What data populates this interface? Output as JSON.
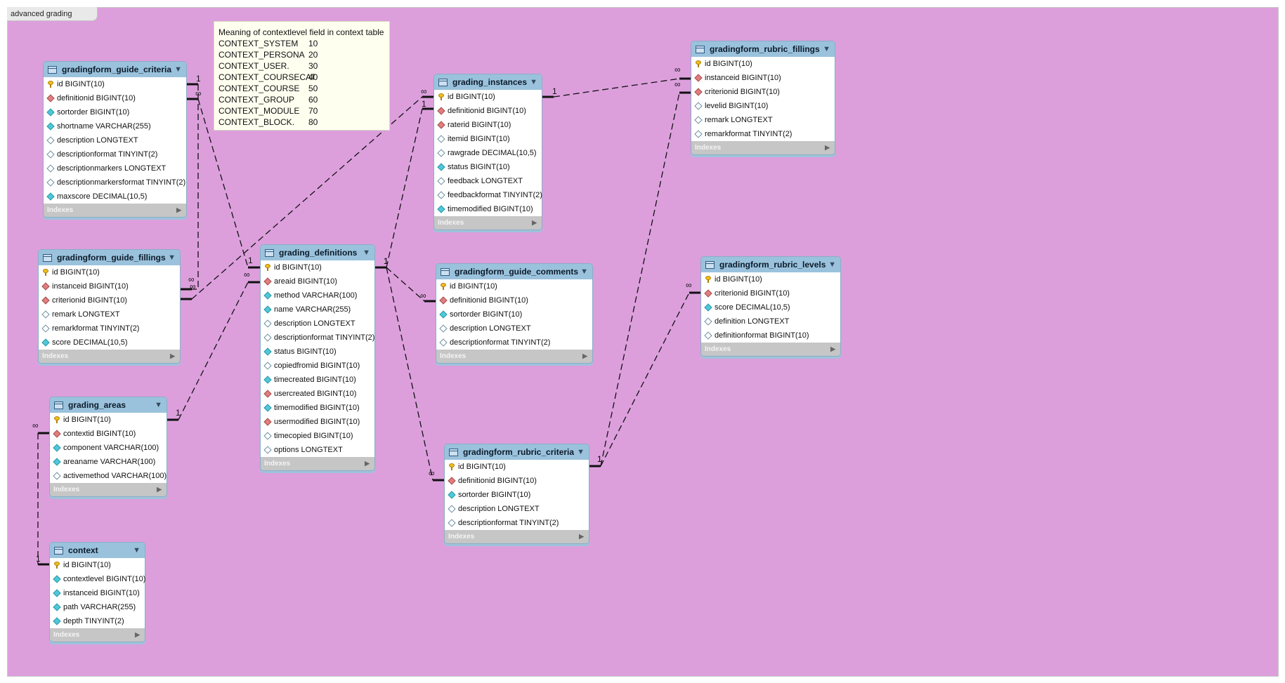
{
  "diagram_title": "advanced grading",
  "note": {
    "title": "Meaning of contextlevel field in context table",
    "rows": [
      {
        "name": "CONTEXT_SYSTEM",
        "value": "10"
      },
      {
        "name": "CONTEXT_PERSONA",
        "value": "20"
      },
      {
        "name": "CONTEXT_USER.",
        "value": "30"
      },
      {
        "name": "CONTEXT_COURSECAT",
        "value": "40"
      },
      {
        "name": "CONTEXT_COURSE",
        "value": "50"
      },
      {
        "name": "CONTEXT_GROUP",
        "value": "60"
      },
      {
        "name": "CONTEXT_MODULE",
        "value": "70"
      },
      {
        "name": "CONTEXT_BLOCK.",
        "value": "80"
      }
    ]
  },
  "indexes_label": "Indexes",
  "tables": [
    {
      "name": "gradingform_guide_criteria",
      "columns": [
        {
          "kind": "pk",
          "text": "id BIGINT(10)"
        },
        {
          "kind": "fk",
          "text": "definitionid BIGINT(10)"
        },
        {
          "kind": "nn",
          "text": "sortorder BIGINT(10)"
        },
        {
          "kind": "nn",
          "text": "shortname VARCHAR(255)"
        },
        {
          "kind": "nl",
          "text": "description LONGTEXT"
        },
        {
          "kind": "nl",
          "text": "descriptionformat TINYINT(2)"
        },
        {
          "kind": "nl",
          "text": "descriptionmarkers LONGTEXT"
        },
        {
          "kind": "nl",
          "text": "descriptionmarkersformat TINYINT(2)"
        },
        {
          "kind": "nn",
          "text": "maxscore DECIMAL(10,5)"
        }
      ]
    },
    {
      "name": "gradingform_guide_fillings",
      "columns": [
        {
          "kind": "pk",
          "text": "id BIGINT(10)"
        },
        {
          "kind": "fk",
          "text": "instanceid BIGINT(10)"
        },
        {
          "kind": "fk",
          "text": "criterionid BIGINT(10)"
        },
        {
          "kind": "nl",
          "text": "remark LONGTEXT"
        },
        {
          "kind": "nl",
          "text": "remarkformat TINYINT(2)"
        },
        {
          "kind": "nn",
          "text": "score DECIMAL(10,5)"
        }
      ]
    },
    {
      "name": "grading_areas",
      "columns": [
        {
          "kind": "pk",
          "text": "id BIGINT(10)"
        },
        {
          "kind": "fk",
          "text": "contextid BIGINT(10)"
        },
        {
          "kind": "nn",
          "text": "component VARCHAR(100)"
        },
        {
          "kind": "nn",
          "text": "areaname VARCHAR(100)"
        },
        {
          "kind": "nl",
          "text": "activemethod VARCHAR(100)"
        }
      ]
    },
    {
      "name": "context",
      "columns": [
        {
          "kind": "pk",
          "text": "id BIGINT(10)"
        },
        {
          "kind": "nn",
          "text": "contextlevel BIGINT(10)"
        },
        {
          "kind": "nn",
          "text": "instanceid BIGINT(10)"
        },
        {
          "kind": "nn",
          "text": "path VARCHAR(255)"
        },
        {
          "kind": "nn",
          "text": "depth TINYINT(2)"
        }
      ]
    },
    {
      "name": "grading_definitions",
      "columns": [
        {
          "kind": "pk",
          "text": "id BIGINT(10)"
        },
        {
          "kind": "fk",
          "text": "areaid BIGINT(10)"
        },
        {
          "kind": "nn",
          "text": "method VARCHAR(100)"
        },
        {
          "kind": "nn",
          "text": "name VARCHAR(255)"
        },
        {
          "kind": "nl",
          "text": "description LONGTEXT"
        },
        {
          "kind": "nl",
          "text": "descriptionformat TINYINT(2)"
        },
        {
          "kind": "nn",
          "text": "status BIGINT(10)"
        },
        {
          "kind": "nl",
          "text": "copiedfromid BIGINT(10)"
        },
        {
          "kind": "nn",
          "text": "timecreated BIGINT(10)"
        },
        {
          "kind": "fk",
          "text": "usercreated BIGINT(10)"
        },
        {
          "kind": "nn",
          "text": "timemodified BIGINT(10)"
        },
        {
          "kind": "fk",
          "text": "usermodified BIGINT(10)"
        },
        {
          "kind": "nl",
          "text": "timecopied BIGINT(10)"
        },
        {
          "kind": "nl",
          "text": "options LONGTEXT"
        }
      ]
    },
    {
      "name": "grading_instances",
      "columns": [
        {
          "kind": "pk",
          "text": "id BIGINT(10)"
        },
        {
          "kind": "fk",
          "text": "definitionid BIGINT(10)"
        },
        {
          "kind": "fk",
          "text": "raterid BIGINT(10)"
        },
        {
          "kind": "nl",
          "text": "itemid BIGINT(10)"
        },
        {
          "kind": "nl",
          "text": "rawgrade DECIMAL(10,5)"
        },
        {
          "kind": "nn",
          "text": "status BIGINT(10)"
        },
        {
          "kind": "nl",
          "text": "feedback LONGTEXT"
        },
        {
          "kind": "nl",
          "text": "feedbackformat TINYINT(2)"
        },
        {
          "kind": "nn",
          "text": "timemodified BIGINT(10)"
        }
      ]
    },
    {
      "name": "gradingform_guide_comments",
      "columns": [
        {
          "kind": "pk",
          "text": "id BIGINT(10)"
        },
        {
          "kind": "fk",
          "text": "definitionid BIGINT(10)"
        },
        {
          "kind": "nn",
          "text": "sortorder BIGINT(10)"
        },
        {
          "kind": "nl",
          "text": "description LONGTEXT"
        },
        {
          "kind": "nl",
          "text": "descriptionformat TINYINT(2)"
        }
      ]
    },
    {
      "name": "gradingform_rubric_criteria",
      "columns": [
        {
          "kind": "pk",
          "text": "id BIGINT(10)"
        },
        {
          "kind": "fk",
          "text": "definitionid BIGINT(10)"
        },
        {
          "kind": "nn",
          "text": "sortorder BIGINT(10)"
        },
        {
          "kind": "nl",
          "text": "description LONGTEXT"
        },
        {
          "kind": "nl",
          "text": "descriptionformat TINYINT(2)"
        }
      ]
    },
    {
      "name": "gradingform_rubric_fillings",
      "columns": [
        {
          "kind": "pk",
          "text": "id BIGINT(10)"
        },
        {
          "kind": "fk",
          "text": "instanceid BIGINT(10)"
        },
        {
          "kind": "fk",
          "text": "criterionid BIGINT(10)"
        },
        {
          "kind": "nl",
          "text": "levelid BIGINT(10)"
        },
        {
          "kind": "nl",
          "text": "remark LONGTEXT"
        },
        {
          "kind": "nl",
          "text": "remarkformat TINYINT(2)"
        }
      ]
    },
    {
      "name": "gradingform_rubric_levels",
      "columns": [
        {
          "kind": "pk",
          "text": "id BIGINT(10)"
        },
        {
          "kind": "fk",
          "text": "criterionid BIGINT(10)"
        },
        {
          "kind": "nn",
          "text": "score DECIMAL(10,5)"
        },
        {
          "kind": "nl",
          "text": "definition LONGTEXT"
        },
        {
          "kind": "nl",
          "text": "definitionformat BIGINT(10)"
        }
      ]
    }
  ],
  "relationships": [
    {
      "from": "gradingform_guide_criteria",
      "to": "gradingform_guide_fillings",
      "from_card": "1",
      "to_card": "∞"
    },
    {
      "from": "gradingform_guide_criteria",
      "to": "grading_definitions",
      "from_card": "∞",
      "to_card": "1"
    },
    {
      "from": "gradingform_guide_fillings",
      "to": "grading_instances",
      "from_card": "∞",
      "to_card": "1"
    },
    {
      "from": "grading_areas",
      "to": "grading_definitions",
      "from_card": "1",
      "to_card": "∞"
    },
    {
      "from": "grading_areas",
      "to": "context",
      "from_card": "∞",
      "to_card": "1"
    },
    {
      "from": "grading_definitions",
      "to": "grading_instances",
      "from_card": "1",
      "to_card": "∞"
    },
    {
      "from": "grading_definitions",
      "to": "gradingform_guide_comments",
      "from_card": "1",
      "to_card": "∞"
    },
    {
      "from": "grading_definitions",
      "to": "gradingform_rubric_criteria",
      "from_card": "1",
      "to_card": "∞"
    },
    {
      "from": "grading_instances",
      "to": "gradingform_rubric_fillings",
      "from_card": "1",
      "to_card": "∞"
    },
    {
      "from": "gradingform_rubric_criteria",
      "to": "gradingform_rubric_fillings",
      "from_card": "1",
      "to_card": "∞"
    },
    {
      "from": "gradingform_rubric_criteria",
      "to": "gradingform_rubric_levels",
      "from_card": "1",
      "to_card": "∞"
    }
  ]
}
